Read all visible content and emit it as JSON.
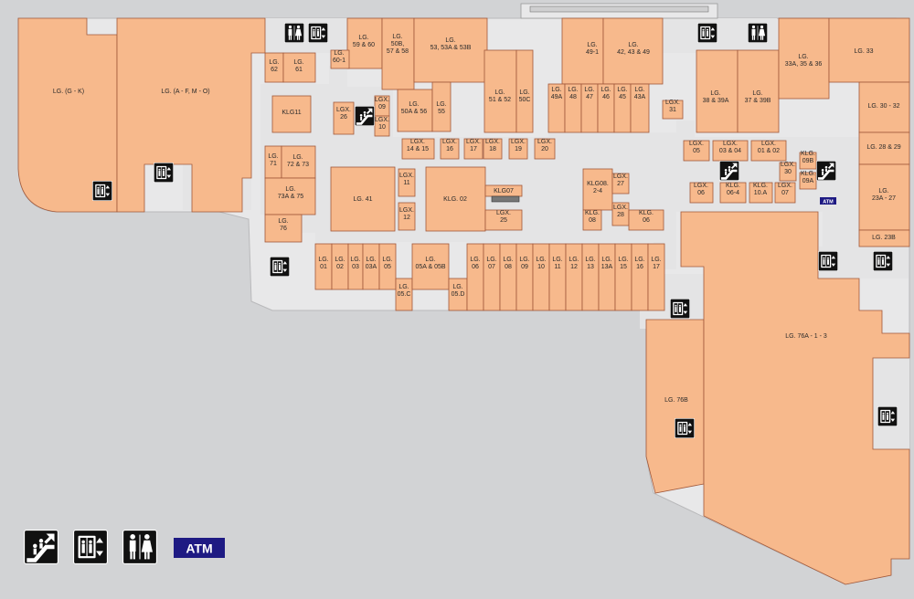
{
  "legend": {
    "escalator": "escalator-icon",
    "lift": "lift-icon",
    "toilet": "toilet-icon",
    "atm_label": "ATM"
  },
  "map_atm_label": "ATM",
  "units": {
    "lg_g_k": "LG. (G - K)",
    "lg_a_f_m_o": "LG. (A - F, M - O)",
    "lg_62": "LG. 62",
    "lg_61": "LG. 61",
    "lg_59_60": "LG. 59 & 60",
    "lg_60_1": "LG. 60-1",
    "lg_50b": "LG. 50B, 57 & 58",
    "lg_53": "LG. 53, 53A & 53B",
    "klg11": "KLG11",
    "lgx_26": "LGX. 26",
    "lgx_09": "LGX. 09",
    "lgx_10": "LGX. 10",
    "lg_50a": "LG. 50A & 56",
    "lg_55": "LG. 55",
    "lg_51_52": "LG. 51 & 52",
    "lg_50c": "LG. 50C",
    "lg_49_1": "LG. 49-1",
    "lg_42": "LG. 42, 43 & 49",
    "lg_49a": "LG. 49A",
    "lg_48": "LG. 48",
    "lg_47": "LG. 47",
    "lg_46": "LG. 46",
    "lg_45": "LG. 45",
    "lg_43a": "LG. 43A",
    "lgx_31": "LGX. 31",
    "lg_38": "LG. 38 & 39A",
    "lg_37": "LG. 37 & 39B",
    "lg_33a": "LG. 33A, 35 & 36",
    "lg_33": "LG. 33",
    "lg_30": "LG. 30 - 32",
    "lg_28": "LG. 28 & 29",
    "lg_23a": "LG. 23A - 27",
    "lg_23b": "LG. 23B",
    "lg_71": "LG. 71",
    "lg_72": "LG. 72 & 73",
    "lg_73a": "LG. 73A & 75",
    "lg_76": "LG. 76",
    "lgx_14": "LGX. 14 & 15",
    "lgx_16": "LGX. 16",
    "lgx_17": "LGX. 17",
    "lgx_18": "LGX. 18",
    "lgx_19": "LGX. 19",
    "lgx_20": "LGX. 20",
    "lg_41": "LG. 41",
    "lgx_11": "LGX. 11",
    "lgx_12": "LGX. 12",
    "klg_02": "KLG. 02",
    "klg07": "KLG07",
    "lgx_25": "LGX. 25",
    "klg08": "KLG08. 2-4",
    "klg_08": "KLG. 08",
    "lgx_27": "LGX. 27",
    "lgx_28": "LGX. 28",
    "klg_06": "KLG. 06",
    "lgx_05": "LGX. 05",
    "lgx_03": "LGX. 03 & 04",
    "lgx_01": "LGX. 01 & 02",
    "klg_09b": "KLG. 09B",
    "klg_09a": "KLG. 09A",
    "lgx_06": "LGX. 06",
    "klg_06_4": "KLG. 06-4",
    "klg_10a": "KLG. 10.A",
    "lgx_07": "LGX. 07",
    "lgx_30": "LGX. 30",
    "lg_01": "LG. 01",
    "lg_02": "LG. 02",
    "lg_03": "LG. 03",
    "lg_03a": "LG. 03A",
    "lg_05": "LG. 05",
    "lg_05c": "LG. 05.C",
    "lg_05a": "LG. 05A & 05B",
    "lg_05d": "LG. 05.D",
    "lg_06": "LG. 06",
    "lg_07": "LG. 07",
    "lg_08": "LG. 08",
    "lg_09": "LG. 09",
    "lg_10": "LG. 10",
    "lg_11": "LG. 11",
    "lg_12": "LG. 12",
    "lg_13": "LG. 13",
    "lg_13a": "LG. 13A",
    "lg_15": "LG. 15",
    "lg_16": "LG. 16",
    "lg_17": "LG. 17",
    "lg_76b": "LG. 76B",
    "lg_76a": "LG. 76A - 1 - 3"
  }
}
